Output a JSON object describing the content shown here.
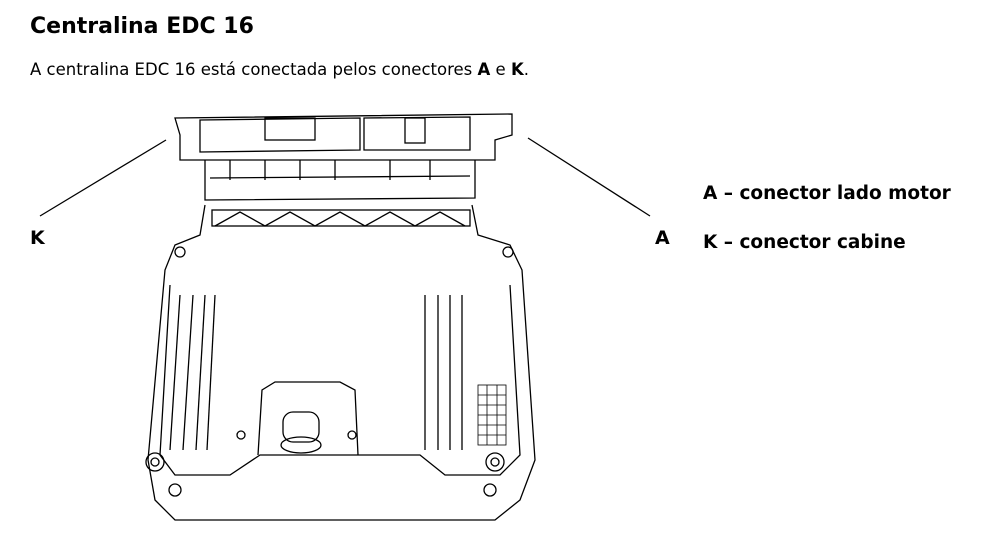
{
  "title": "Centralina EDC 16",
  "intro": {
    "text_before": "A centralina EDC 16 está conectada pelos conectores ",
    "connector_a": "A",
    "text_middle": " e ",
    "connector_k": "K",
    "text_after": "."
  },
  "diagram": {
    "label_k": "K",
    "label_a": "A"
  },
  "legend": [
    {
      "text": "A – conector lado motor"
    },
    {
      "text": "K – conector cabine"
    }
  ]
}
